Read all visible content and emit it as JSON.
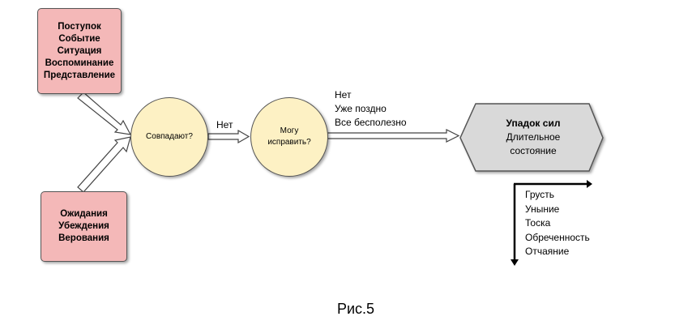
{
  "nodes": {
    "triggers": {
      "lines": [
        "Поступок",
        "Событие",
        "Ситуация",
        "Воспоминание",
        "Представление"
      ]
    },
    "expectations": {
      "lines": [
        "Ожидания",
        "Убеждения",
        "Верования"
      ]
    },
    "match_question": "Совпадают?",
    "fix_question": {
      "lines": [
        "Могу",
        "исправить?"
      ]
    },
    "decline": {
      "title": "Упадок сил",
      "subtitle_lines": [
        "Длительное",
        "состояние"
      ]
    }
  },
  "edges": {
    "no_label": "Нет",
    "no_more_lines": [
      "Нет",
      "Уже поздно",
      "Все бесполезно"
    ]
  },
  "emotions": [
    "Грусть",
    "Уныние",
    "Тоска",
    "Обреченность",
    "Отчаяние"
  ],
  "caption": "Рис.5",
  "colors": {
    "box_fill": "#f4b8b8",
    "circle_fill": "#fdf1c4",
    "hexagon_fill": "#d9d9d9",
    "stroke": "#555555"
  }
}
